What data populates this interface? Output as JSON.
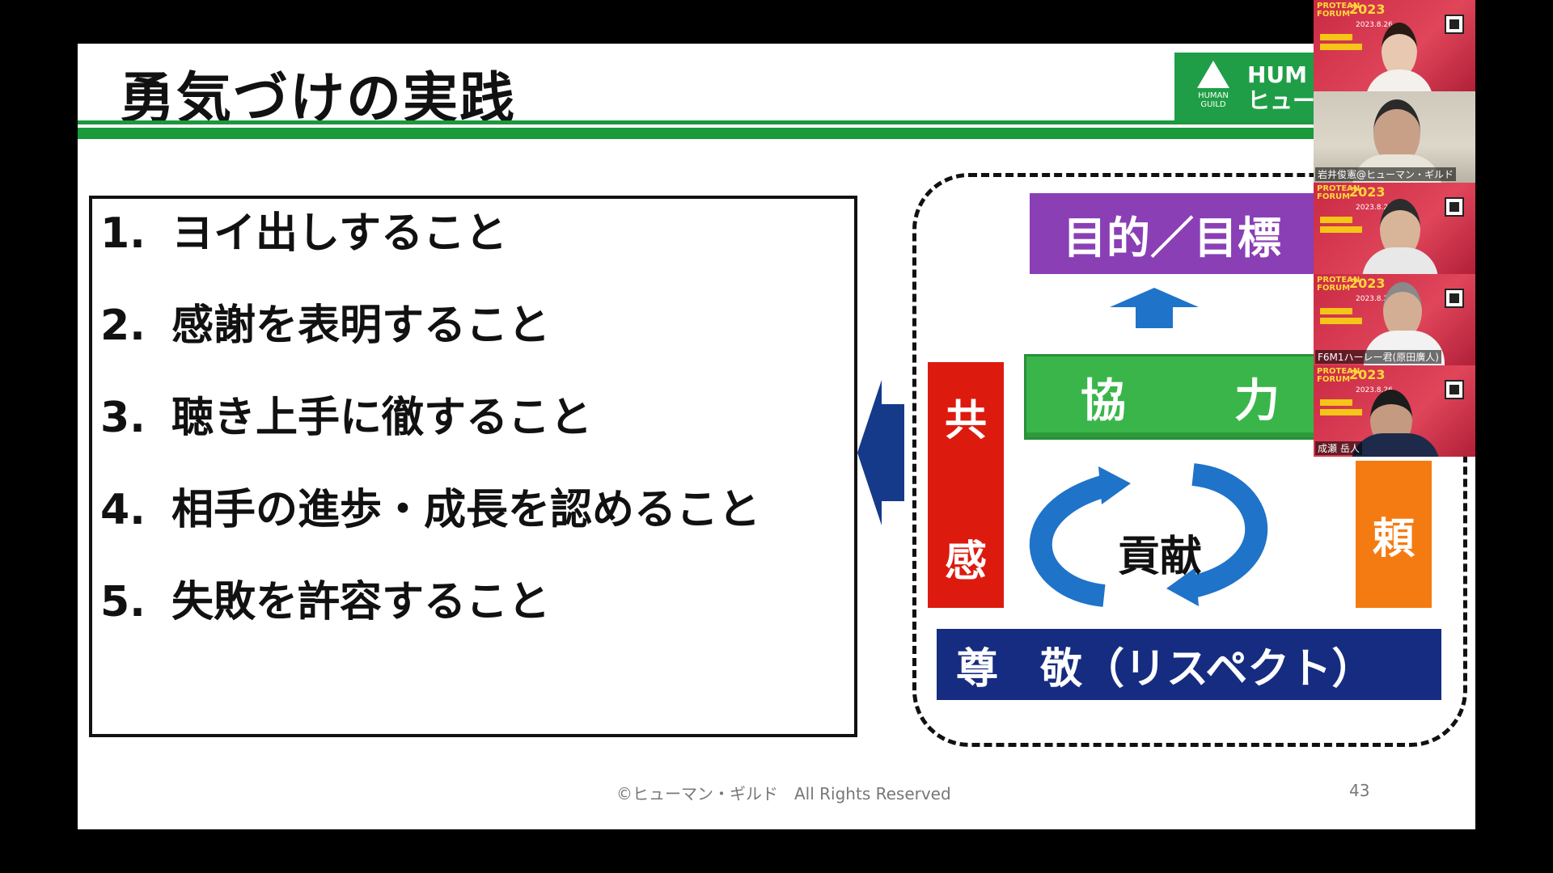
{
  "slide": {
    "title": "勇気づけの実践",
    "logo": {
      "mark_line1": "HUMAN",
      "mark_line2": "GUILD",
      "text_line1": "HUM",
      "text_line2": "ヒューマ"
    },
    "list": [
      {
        "num": "1.",
        "text": "ヨイ出しすること"
      },
      {
        "num": "2.",
        "text": "感謝を表明すること"
      },
      {
        "num": "3.",
        "text": "聴き上手に徹すること"
      },
      {
        "num": "4.",
        "text": "相手の進歩・成長を認めること"
      },
      {
        "num": "5.",
        "text": "失敗を許容すること"
      }
    ],
    "diagram": {
      "purpose": "目的／目標",
      "coop_1": "協",
      "coop_2": "力",
      "empathy_1": "共",
      "empathy_2": "感",
      "trust": "頼",
      "contribution": "貢献",
      "respect": "尊　敬（リスペクト）",
      "colors": {
        "purple": "#8a3fb5",
        "green": "#3ab54a",
        "red": "#dd1a0e",
        "orange": "#f47b12",
        "navy": "#162c80",
        "blue": "#1f73c9"
      }
    },
    "footer": "©ヒューマン・ギルド　All  Rights Reserved",
    "page_number": "43"
  },
  "video_panel": {
    "event_label_1": "PROTEAN",
    "event_label_2": "FORUM",
    "event_year": "2023",
    "event_date": "2023.8.26",
    "participants": [
      {
        "name": ""
      },
      {
        "name": "岩井俊憲@ヒューマン・ギルド"
      },
      {
        "name": ""
      },
      {
        "name": "F6M1ハーレー君(原田廣人)"
      },
      {
        "name": "成瀬 岳人"
      }
    ]
  }
}
